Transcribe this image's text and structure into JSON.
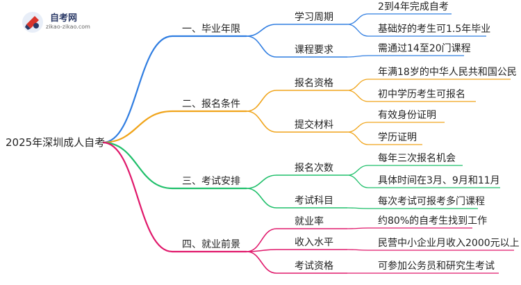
{
  "logo": {
    "title": "自考网",
    "subtitle": "zikao-zikao.com"
  },
  "root": "2025年深圳成人自考",
  "colors": {
    "c1": "#2f7de1",
    "c2": "#f0a41a",
    "c3": "#1fbf6a",
    "c4": "#e0186b"
  },
  "branches": [
    {
      "label": "一、毕业年限",
      "color": "c1",
      "children": [
        {
          "label": "学习周期",
          "leaves": [
            "2到4年完成自考",
            "基础好的考生可1.5年毕业"
          ]
        },
        {
          "label": "课程要求",
          "leaves": [
            "需通过14至20门课程"
          ]
        }
      ]
    },
    {
      "label": "二、报名条件",
      "color": "c2",
      "children": [
        {
          "label": "报名资格",
          "leaves": [
            "年满18岁的中华人民共和国公民",
            "初中学历考生可报名"
          ]
        },
        {
          "label": "提交材料",
          "leaves": [
            "有效身份证明",
            "学历证明"
          ]
        }
      ]
    },
    {
      "label": "三、考试安排",
      "color": "c3",
      "children": [
        {
          "label": "报名次数",
          "leaves": [
            "每年三次报名机会",
            "具体时间在3月、9月和11月"
          ]
        },
        {
          "label": "考试科目",
          "leaves": [
            "每次考试可报考多门课程"
          ]
        }
      ]
    },
    {
      "label": "四、就业前景",
      "color": "c4",
      "children": [
        {
          "label": "就业率",
          "leaves": [
            "约80%的自考生找到工作"
          ]
        },
        {
          "label": "收入水平",
          "leaves": [
            "民营中小企业月收入2000元以上"
          ]
        },
        {
          "label": "考试资格",
          "leaves": [
            "可参加公务员和研究生考试"
          ]
        }
      ]
    }
  ]
}
